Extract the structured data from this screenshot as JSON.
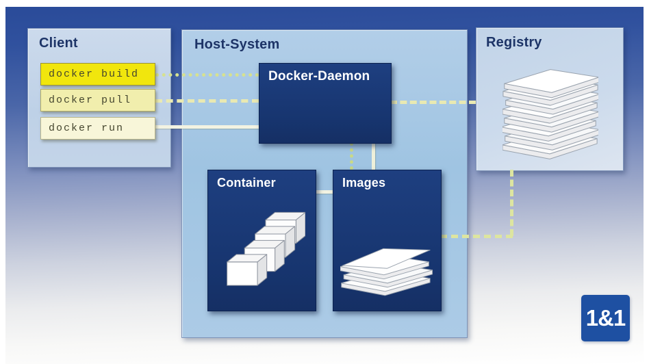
{
  "client": {
    "title": "Client",
    "commands": [
      {
        "id": "docker-build",
        "label": "docker build",
        "link_style": "dotted"
      },
      {
        "id": "docker-pull",
        "label": "docker pull",
        "link_style": "dashed"
      },
      {
        "id": "docker-run",
        "label": "docker run",
        "link_style": "solid"
      }
    ]
  },
  "host": {
    "title": "Host-System",
    "daemon": {
      "title": "Docker-Daemon"
    },
    "container": {
      "title": "Container",
      "icon": "container-boxes-icon"
    },
    "images": {
      "title": "Images",
      "icon": "image-layers-icon"
    }
  },
  "registry": {
    "title": "Registry",
    "icon": "registry-stack-icon"
  },
  "logo": {
    "label": "1&1"
  },
  "colors": {
    "background_top": "#2a4b99",
    "background_bottom": "#ffffff",
    "panel_light_blue": "#bed1e7",
    "host_blue": "#9fc4e2",
    "navy_box": "#17356f",
    "title_navy": "#1d3467",
    "cmd_build_yellow": "#f1e60d",
    "cmd_pull_yellow": "#f1eead",
    "cmd_run_cream": "#f8f6d9",
    "line_dotted": "#d6e190",
    "line_dashed": "#e9e9b2",
    "line_solid": "#f3f3e2",
    "logo_blue": "#1e50a2"
  }
}
